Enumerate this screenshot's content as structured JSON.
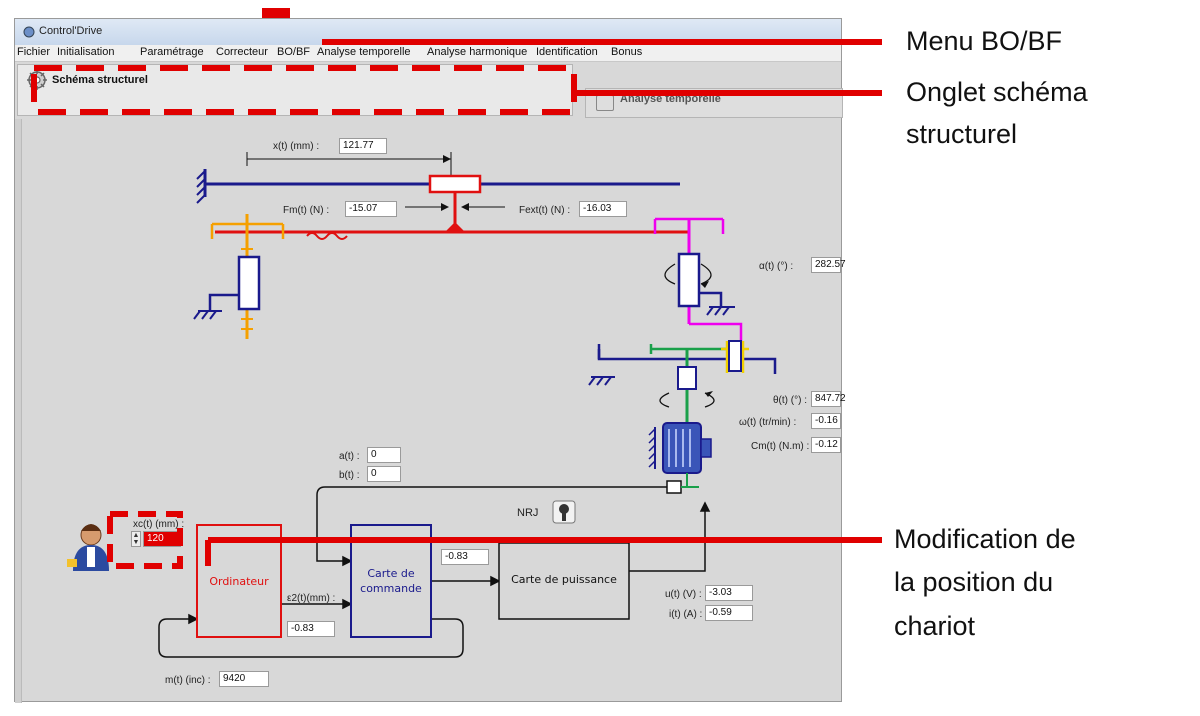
{
  "window": {
    "title": "Control'Drive"
  },
  "menu": {
    "items": [
      {
        "label": "Fichier"
      },
      {
        "label": "Initialisation"
      },
      {
        "label": "Paramétrage"
      },
      {
        "label": "Correcteur"
      },
      {
        "label": "BO/BF"
      },
      {
        "label": "Analyse temporelle"
      },
      {
        "label": "Analyse harmonique"
      },
      {
        "label": "Identification"
      },
      {
        "label": "Bonus"
      }
    ]
  },
  "tabs": [
    {
      "label": "Schéma structurel",
      "active": true
    },
    {
      "label": "Analyse temporelle",
      "active": false
    }
  ],
  "readouts": {
    "x": {
      "label": "x(t) (mm) :",
      "value": "121.77"
    },
    "fm": {
      "label": "Fm(t) (N) :",
      "value": "-15.07"
    },
    "fext": {
      "label": "Fext(t) (N) :",
      "value": "-16.03"
    },
    "alpha": {
      "label": "α(t) (°) :",
      "value": "282.57"
    },
    "theta": {
      "label": "θ(t) (°) :",
      "value": "847.72"
    },
    "omega": {
      "label": "ω(t) (tr/min) :",
      "value": "-0.16"
    },
    "cm": {
      "label": "Cm(t) (N.m) :",
      "value": "-0.12"
    },
    "a": {
      "label": "a(t) :",
      "value": "0"
    },
    "b": {
      "label": "b(t) :",
      "value": "0"
    },
    "xc": {
      "label": "xc(t) (mm) :",
      "value": "120"
    },
    "e2": {
      "label": "ε2(t)(mm) :",
      "value": "-0.83"
    },
    "ctrl_out": {
      "value": "-0.83"
    },
    "u": {
      "label": "u(t) (V) :",
      "value": "-3.03"
    },
    "i": {
      "label": "i(t) (A) :",
      "value": "-0.59"
    },
    "m": {
      "label": "m(t) (inc) :",
      "value": "9420"
    }
  },
  "blocks": {
    "ordinateur": "Ordinateur",
    "carte_commande_1": "Carte de",
    "carte_commande_2": "commande",
    "carte_puissance": "Carte de puissance",
    "nrj": "NRJ"
  },
  "annotations": {
    "menu": "Menu BO/BF",
    "onglet_1": "Onglet schéma",
    "onglet_2": "structurel",
    "modif_1": "Modification de",
    "modif_2": "la position du",
    "modif_3": "chariot"
  },
  "colors": {
    "annotation_red": "#e00000",
    "frame_navy": "#1a1a8c",
    "link_red": "#e01010",
    "orange": "#f5a000",
    "magenta": "#ee00ee",
    "green": "#1aa04a",
    "yellow": "#f0d000",
    "ordinateur_red": "#e01010",
    "commande_navy": "#1a1a8c"
  }
}
